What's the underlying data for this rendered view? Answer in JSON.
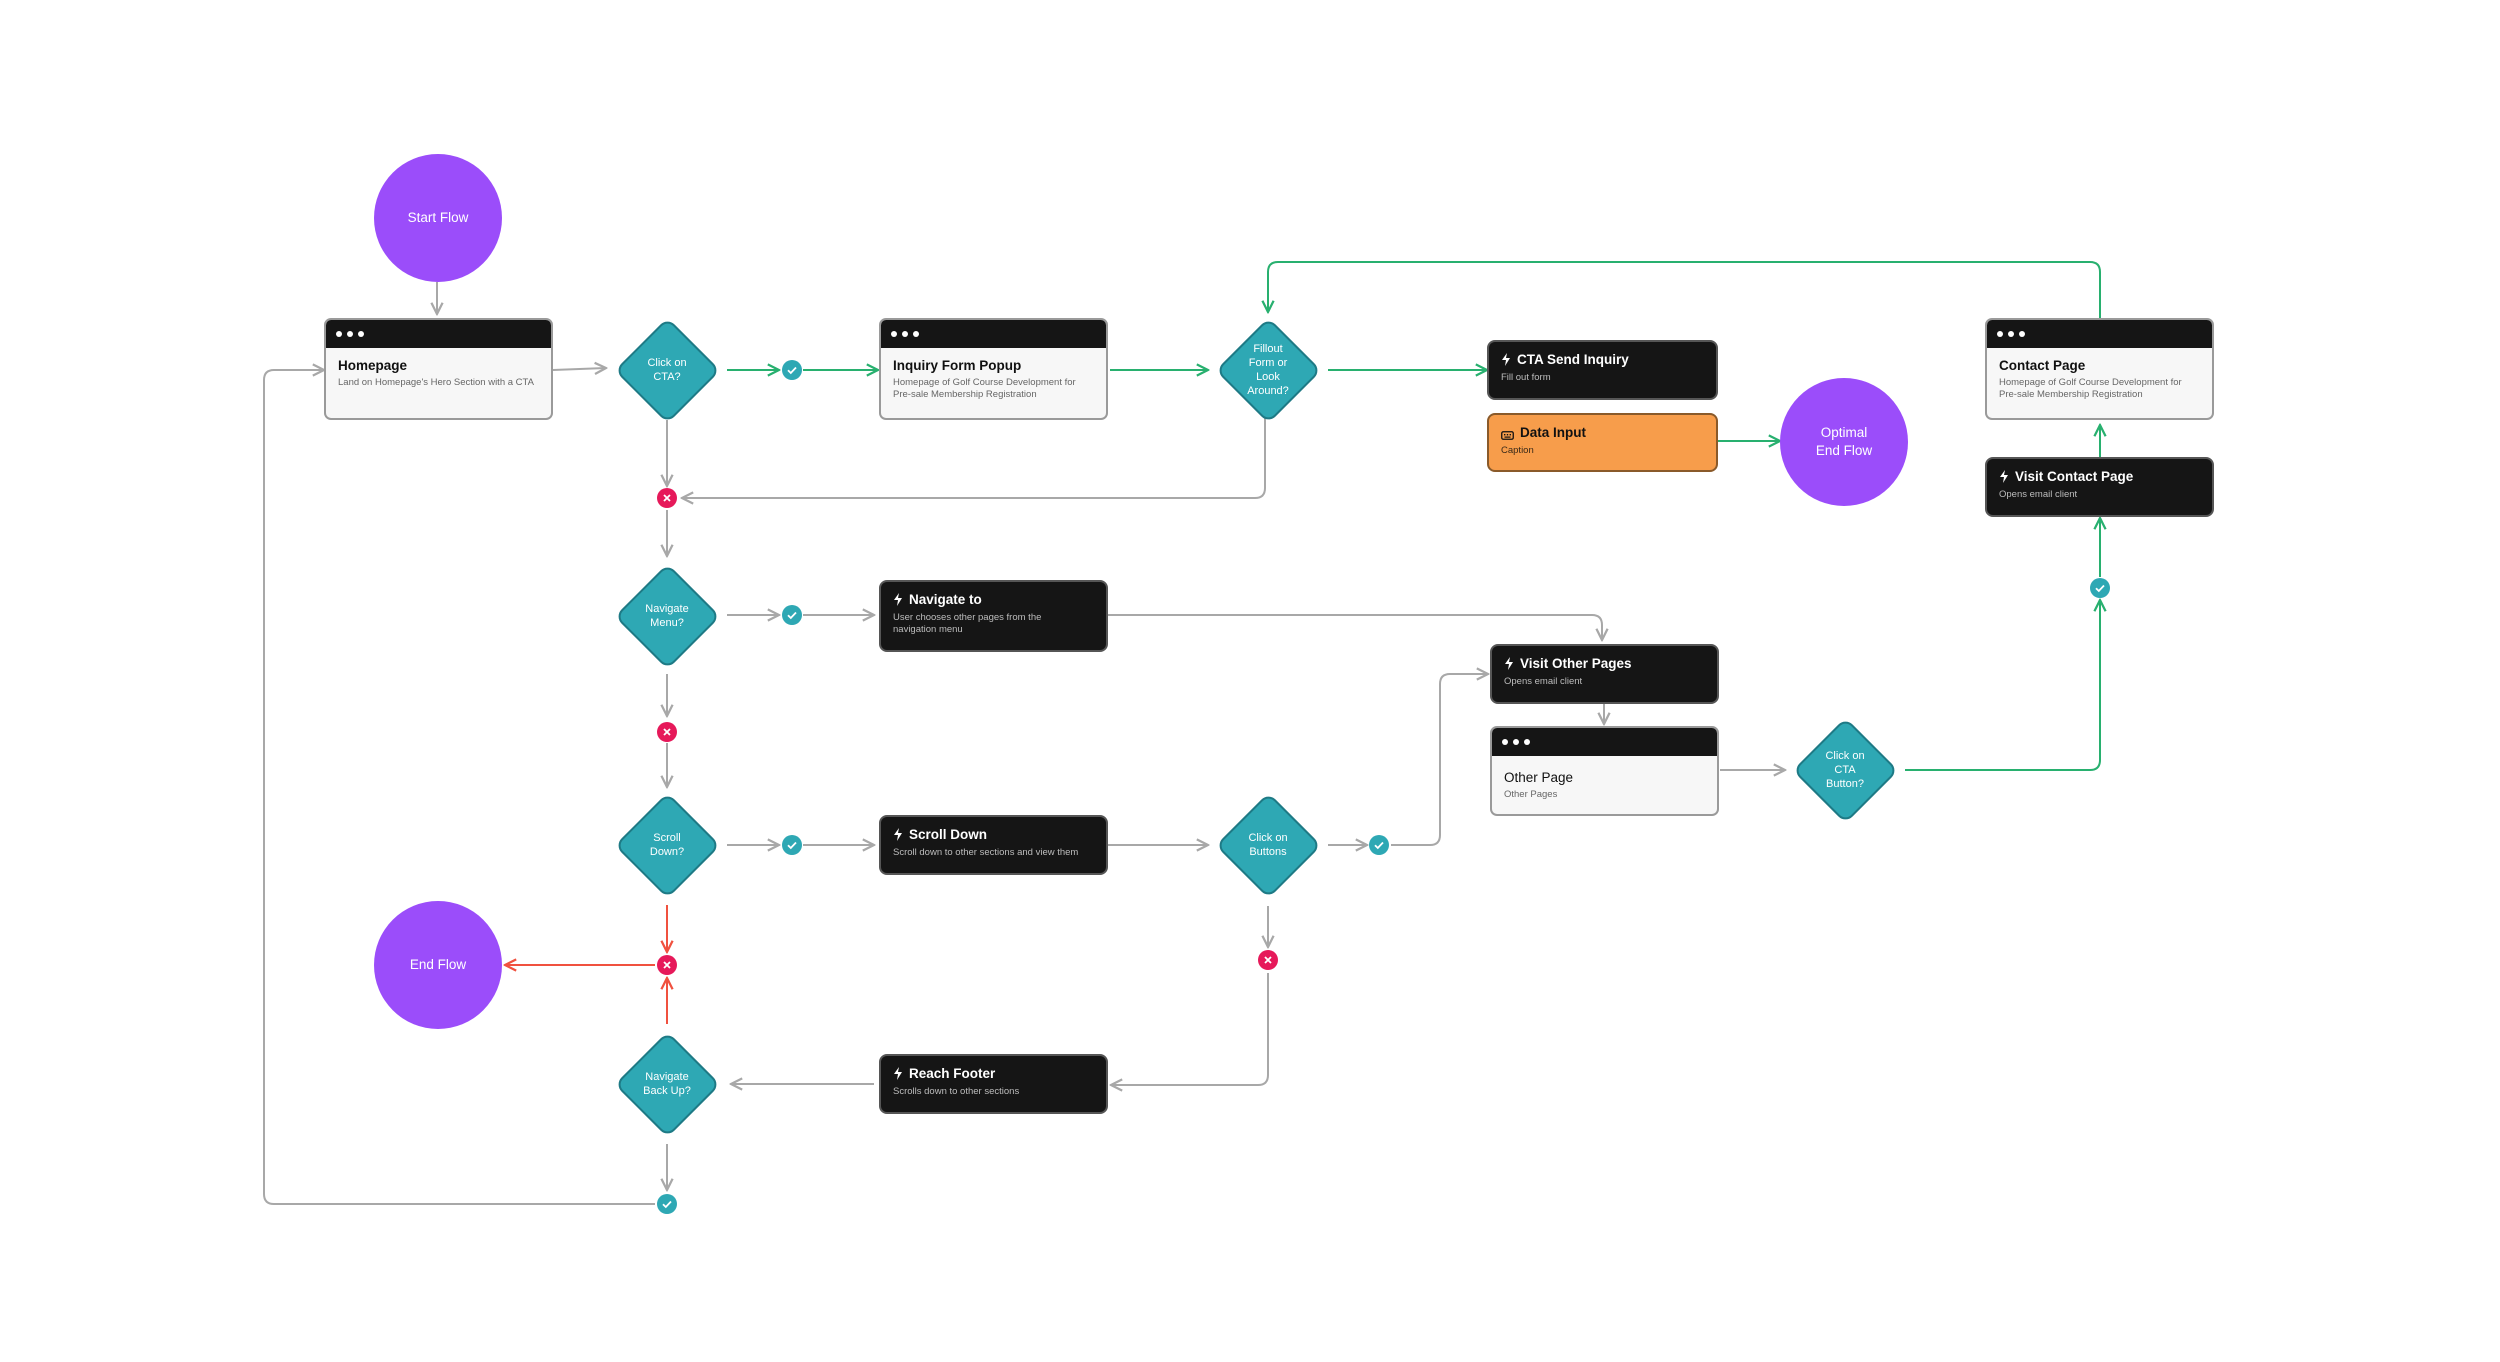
{
  "colors": {
    "purple": "#9b4dfa",
    "teal": "#2ea8b4",
    "teal_border": "#1e7a85",
    "green_wire": "#28b06f",
    "gray_wire": "#a8a8a8",
    "red_wire": "#f0513f",
    "check_badge": "#2ea8b4",
    "cross_badge": "#e6195a",
    "orange": "#f79d4b"
  },
  "start": {
    "label": "Start Flow"
  },
  "end": {
    "label": "End Flow"
  },
  "optimal_end": {
    "label": "Optimal End Flow"
  },
  "homepage": {
    "title": "Homepage",
    "subtitle": "Land on Homepage's Hero Section with a CTA"
  },
  "inquiry_form": {
    "title": "Inquiry Form Popup",
    "subtitle": "Homepage of Golf Course Development for Pre-sale Membership Registration"
  },
  "contact_page": {
    "title": "Contact Page",
    "subtitle": "Homepage of Golf Course Development for Pre-sale Membership Registration"
  },
  "other_page": {
    "title": "Other Page",
    "subtitle": "Other Pages"
  },
  "decisions": {
    "click_cta": "Click on CTA?",
    "fillout_form": "Fillout Form or Look Around?",
    "navigate_menu": "Navigate Menu?",
    "scroll_down": "Scroll Down?",
    "navigate_back_up": "Navigate Back Up?",
    "click_buttons": "Click on Buttons",
    "click_cta_button": "Click on CTA Button?"
  },
  "actions": {
    "cta_send_inquiry": {
      "title": "CTA Send Inquiry",
      "subtitle": "Fill out form"
    },
    "data_input": {
      "title": "Data Input",
      "subtitle": "Caption"
    },
    "visit_contact_page": {
      "title": "Visit Contact Page",
      "subtitle": "Opens email client"
    },
    "navigate_to": {
      "title": "Navigate to",
      "subtitle": "User chooses other pages from the navigation menu"
    },
    "visit_other_pages": {
      "title": "Visit Other Pages",
      "subtitle": "Opens email client"
    },
    "scroll_down": {
      "title": "Scroll Down",
      "subtitle": "Scroll down to other sections and view them"
    },
    "reach_footer": {
      "title": "Reach Footer",
      "subtitle": "Scrolls down to other sections"
    }
  }
}
